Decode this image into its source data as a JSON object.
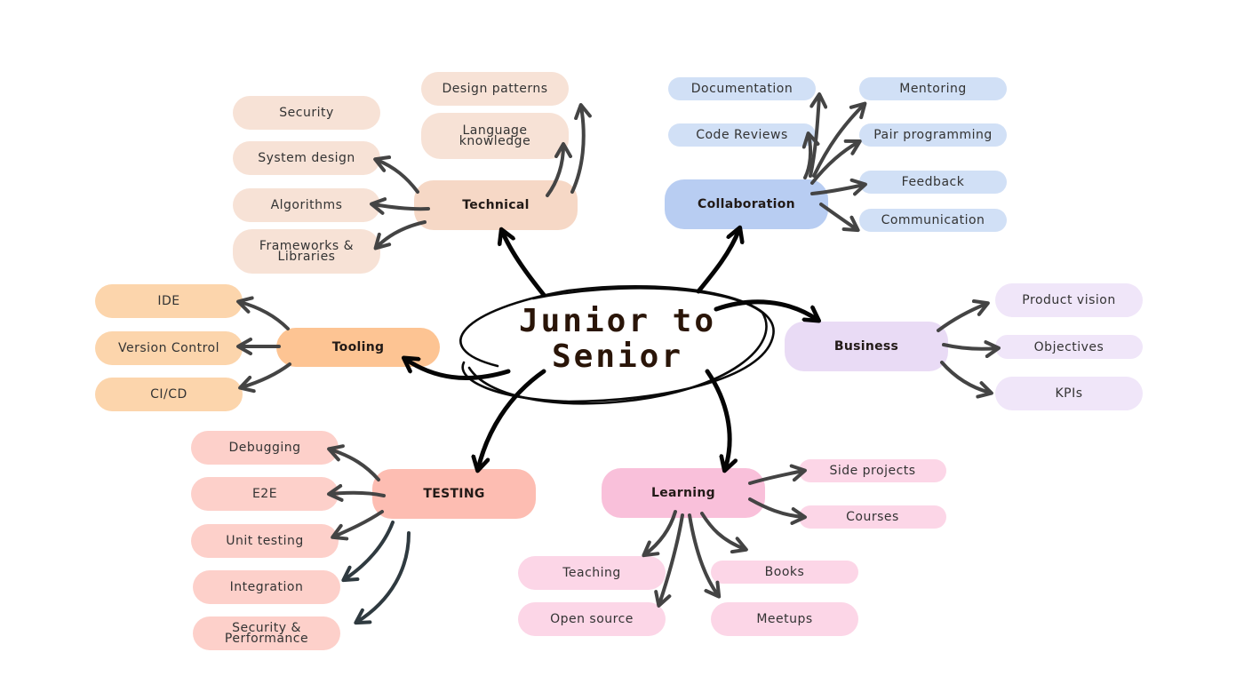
{
  "center": {
    "line1": "Junior to",
    "line2": "Senior"
  },
  "hubs": {
    "technical": "Technical",
    "collaboration": "Collaboration",
    "business": "Business",
    "tooling": "Tooling",
    "testing": "TESTING",
    "learning": "Learning"
  },
  "technical": {
    "security": "Security",
    "system_design": "System design",
    "algorithms": "Algorithms",
    "frameworks_l1": "Frameworks &",
    "frameworks_l2": "Libraries",
    "design_patterns": "Design patterns",
    "language_l1": "Language",
    "language_l2": "knowledge"
  },
  "collaboration": {
    "documentation": "Documentation",
    "code_reviews": "Code Reviews",
    "mentoring": "Mentoring",
    "pair_programming": "Pair programming",
    "feedback": "Feedback",
    "communication": "Communication"
  },
  "business": {
    "product_vision": "Product vision",
    "objectives": "Objectives",
    "kpis": "KPIs"
  },
  "tooling": {
    "ide": "IDE",
    "version_control": "Version Control",
    "cicd": "CI/CD"
  },
  "testing": {
    "debugging": "Debugging",
    "e2e": "E2E",
    "unit_testing": "Unit testing",
    "integration": "Integration",
    "security_perf_l1": "Security &",
    "security_perf_l2": "Performance"
  },
  "learning": {
    "side_projects": "Side projects",
    "courses": "Courses",
    "teaching": "Teaching",
    "open_source": "Open source",
    "books": "Books",
    "meetups": "Meetups"
  }
}
